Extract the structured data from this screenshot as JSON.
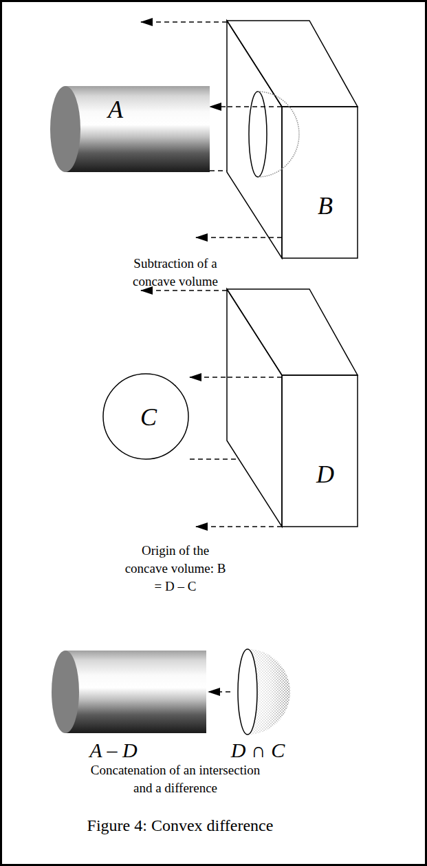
{
  "diagram": {
    "caption": "Figure 4: Convex difference",
    "nodes": [
      {
        "text": [
          "A"
        ]
      },
      {
        "text": [
          "B"
        ]
      },
      {
        "text": [
          "C"
        ]
      },
      {
        "text": [
          "D"
        ]
      },
      {
        "text": [
          "A – D"
        ]
      },
      {
        "text": [
          "D ∩ C"
        ]
      }
    ],
    "edges": [
      {
        "from": 1,
        "to": 0,
        "arrow": "to"
      },
      {
        "from": 3,
        "to": 2,
        "arrow": "to"
      },
      {
        "from": 5,
        "to": 4,
        "arrow": "to"
      }
    ],
    "labels": [
      "Subtraction of a concave volume",
      "Origin of the concave volume: B = D – C",
      "Concatenation of an intersection and a difference"
    ]
  }
}
